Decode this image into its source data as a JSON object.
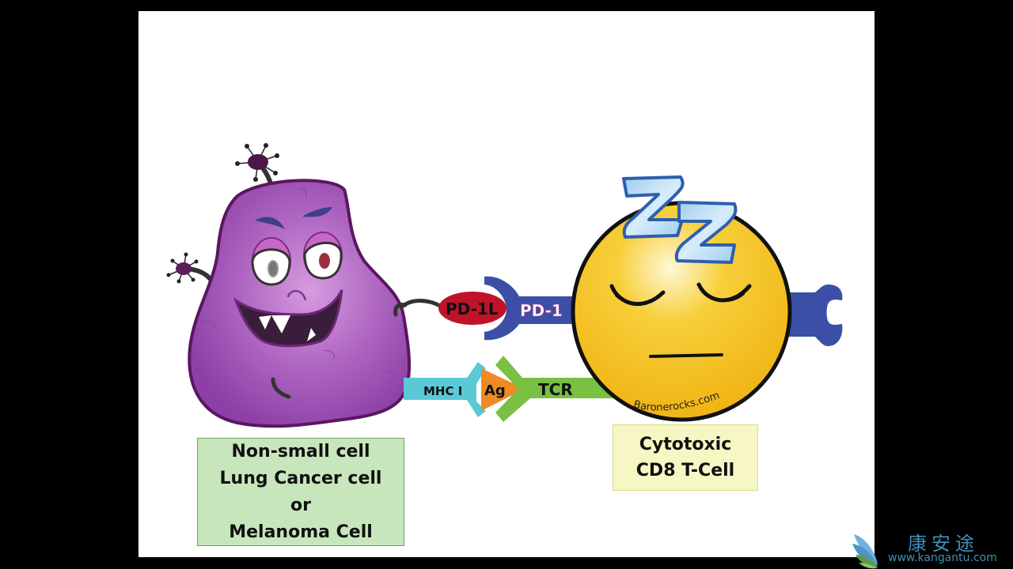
{
  "diagram": {
    "cancer_cell": {
      "label_lines": [
        "Non-small cell",
        "Lung Cancer cell",
        "or",
        "Melanoma Cell"
      ],
      "color": "#a45bb5"
    },
    "t_cell": {
      "label_lines": [
        "Cytotoxic",
        "CD8 T-Cell"
      ],
      "color": "#f4c01e",
      "sleep_symbol": "ZZ",
      "credit": "Baronerocks.com"
    },
    "molecules": {
      "pd1l": {
        "label": "PD-1L",
        "color": "#c0132a"
      },
      "pd1": {
        "label": "PD-1",
        "color": "#3b4fa6"
      },
      "mhc": {
        "label": "MHC I",
        "color": "#5bc8d6"
      },
      "antigen": {
        "label": "Ag",
        "color": "#ef8a24"
      },
      "tcr": {
        "label": "TCR",
        "color": "#79c043"
      }
    }
  },
  "watermark": {
    "chinese": "康安途",
    "url": "www.kangantu.com"
  }
}
